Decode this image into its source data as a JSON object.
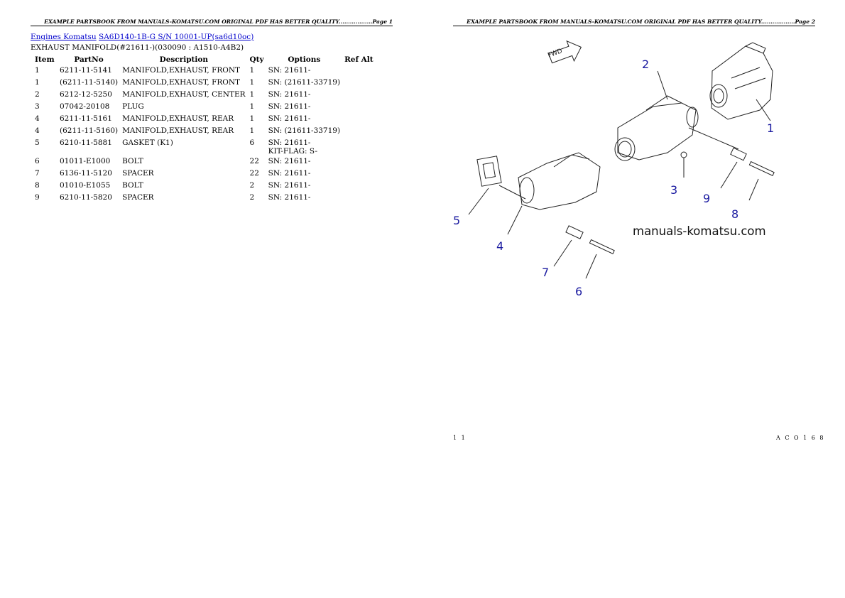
{
  "header": {
    "page1": "EXAMPLE PARTSBOOK FROM MANUALS-KOMATSU.COM ORIGINAL PDF HAS BETTER QUALITY..................Page 1",
    "page2": "EXAMPLE PARTSBOOK FROM MANUALS-KOMATSU.COM ORIGINAL PDF HAS BETTER QUALITY..................Page 2"
  },
  "breadcrumb": {
    "link1": "Engines Komatsu",
    "link2": "SA6D140-1B-G S/N 10001-UP(sa6d10oc)"
  },
  "section_title": "EXHAUST MANIFOLD(#21611-)(030090 : A1510-A4B2)",
  "table": {
    "headers": [
      "Item",
      "PartNo",
      "Description",
      "Qty",
      "Options",
      "Ref Alt"
    ],
    "rows": [
      {
        "item": "1",
        "part": "6211-11-5141",
        "desc": "MANIFOLD,EXHAUST, FRONT",
        "qty": "1",
        "opt": "SN: 21611-",
        "opt2": ""
      },
      {
        "item": "1",
        "part": "(6211-11-5140)",
        "desc": "MANIFOLD,EXHAUST, FRONT",
        "qty": "1",
        "opt": "SN: (21611-33719)",
        "opt2": ""
      },
      {
        "item": "2",
        "part": "6212-12-5250",
        "desc": "MANIFOLD,EXHAUST, CENTER",
        "qty": "1",
        "opt": "SN: 21611-",
        "opt2": ""
      },
      {
        "item": "3",
        "part": "07042-20108",
        "desc": "PLUG",
        "qty": "1",
        "opt": "SN: 21611-",
        "opt2": ""
      },
      {
        "item": "4",
        "part": "6211-11-5161",
        "desc": "MANIFOLD,EXHAUST, REAR",
        "qty": "1",
        "opt": "SN: 21611-",
        "opt2": ""
      },
      {
        "item": "4",
        "part": "(6211-11-5160)",
        "desc": "MANIFOLD,EXHAUST, REAR",
        "qty": "1",
        "opt": "SN: (21611-33719)",
        "opt2": ""
      },
      {
        "item": "5",
        "part": "6210-11-5881",
        "desc": "GASKET (K1)",
        "qty": "6",
        "opt": "SN: 21611-",
        "opt2": "KIT-FLAG: S-"
      },
      {
        "item": "6",
        "part": "01011-E1000",
        "desc": "BOLT",
        "qty": "22",
        "opt": "SN: 21611-",
        "opt2": ""
      },
      {
        "item": "7",
        "part": "6136-11-5120",
        "desc": "SPACER",
        "qty": "22",
        "opt": "SN: 21611-",
        "opt2": ""
      },
      {
        "item": "8",
        "part": "01010-E1055",
        "desc": "BOLT",
        "qty": "2",
        "opt": "SN: 21611-",
        "opt2": ""
      },
      {
        "item": "9",
        "part": "6210-11-5820",
        "desc": "SPACER",
        "qty": "2",
        "opt": "SN: 21611-",
        "opt2": ""
      }
    ]
  },
  "diagram": {
    "fwd_label": "FWD",
    "callouts": [
      "1",
      "2",
      "3",
      "4",
      "5",
      "6",
      "7",
      "8",
      "9"
    ],
    "watermark": "manuals-komatsu.com",
    "callout_color": "#1a1aa0"
  },
  "footer": {
    "left": "1 1",
    "right": "A C O 1 6 8"
  }
}
